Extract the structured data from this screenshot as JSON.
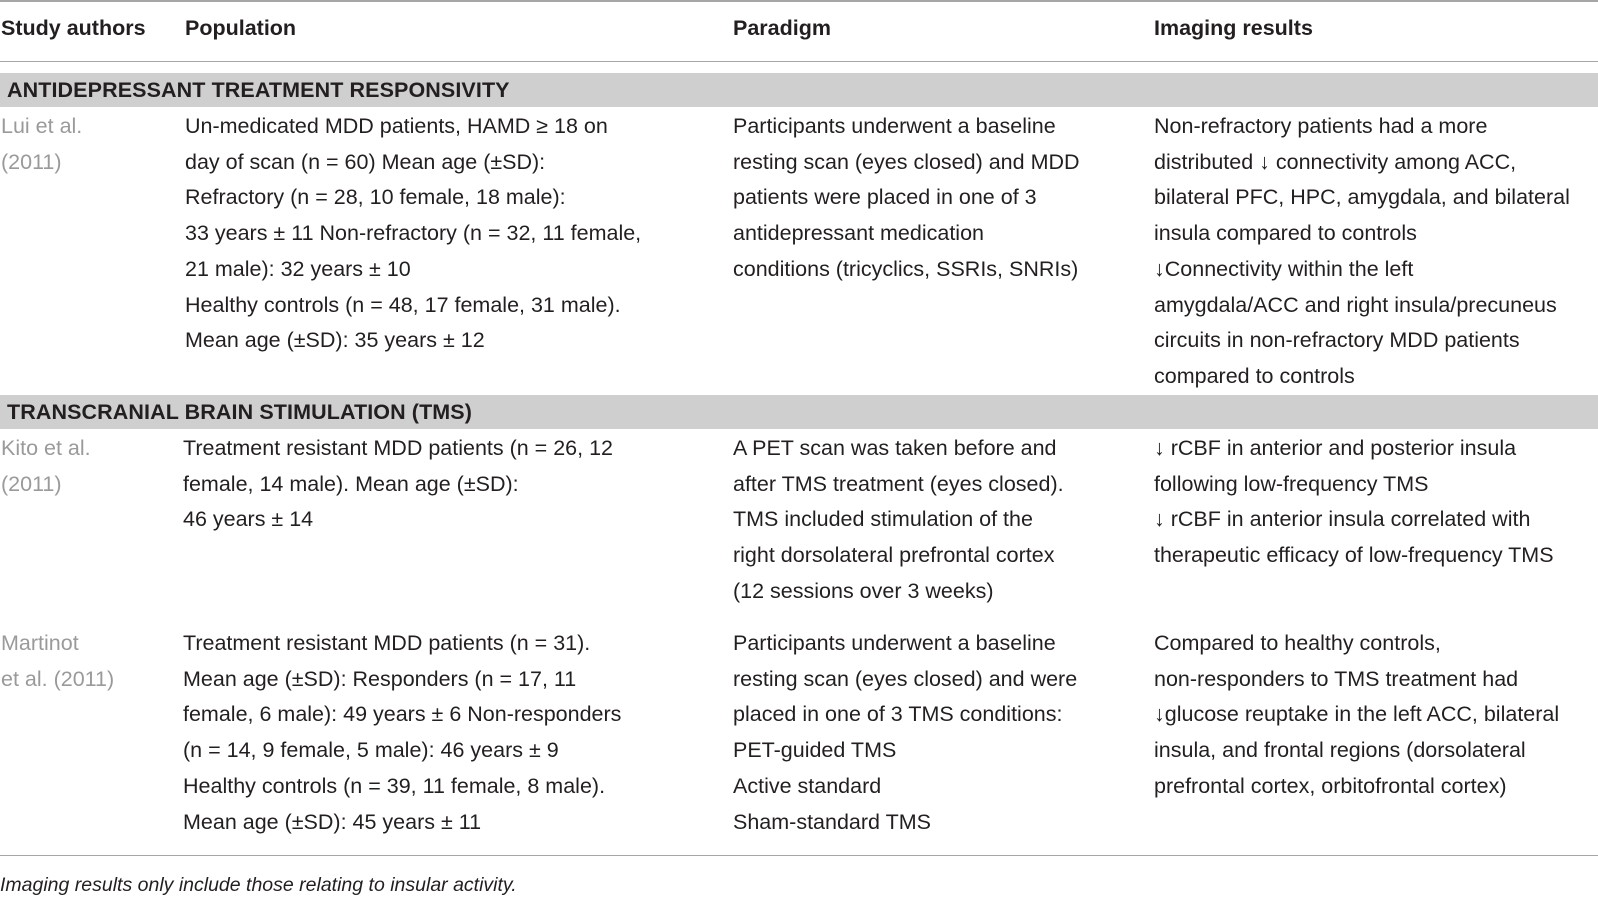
{
  "headers": {
    "study_authors": "Study authors",
    "population": "Population",
    "paradigm": "Paradigm",
    "imaging_results": "Imaging results"
  },
  "sections": [
    {
      "title": "ANTIDEPRESSANT TREATMENT RESPONSIVITY",
      "rows": [
        {
          "authors": [
            "Lui et al.",
            "(2011)"
          ],
          "population": [
            "Un-medicated MDD patients, HAMD ≥ 18 on",
            "day of scan (n = 60) Mean age (±SD):",
            "Refractory (n = 28, 10 female, 18 male):",
            "33 years ± 11 Non-refractory (n = 32, 11 female,",
            "21 male): 32 years ± 10",
            "Healthy controls (n = 48, 17 female, 31 male).",
            "Mean age (±SD): 35 years ± 12"
          ],
          "paradigm": [
            "Participants underwent a baseline",
            "resting scan (eyes closed) and MDD",
            "patients were placed in one of 3",
            "antidepressant medication",
            "conditions (tricyclics, SSRIs, SNRIs)"
          ],
          "results": [
            "Non-refractory patients had a more",
            "distributed ↓ connectivity among ACC,",
            "bilateral PFC, HPC, amygdala, and bilateral",
            "insula compared to controls",
            "↓Connectivity within the left",
            "amygdala/ACC and right insula/precuneus",
            "circuits in non-refractory MDD patients",
            "compared to controls"
          ]
        }
      ]
    },
    {
      "title": "TRANSCRANIAL BRAIN STIMULATION (TMS)",
      "rows": [
        {
          "authors": [
            "Kito et al.",
            "(2011)"
          ],
          "population": [
            "Treatment resistant MDD patients (n = 26, 12",
            "female, 14 male). Mean age (±SD):",
            "46 years ± 14"
          ],
          "paradigm": [
            "A PET scan was taken before and",
            "after TMS treatment (eyes closed).",
            "TMS included stimulation of the",
            "right dorsolateral prefrontal cortex",
            "(12 sessions over 3 weeks)"
          ],
          "results": [
            "↓ rCBF in anterior and posterior insula",
            "following low-frequency TMS",
            "↓ rCBF in anterior insula correlated with",
            "therapeutic efficacy of low-frequency TMS"
          ]
        },
        {
          "authors": [
            "Martinot",
            "et al. (2011)"
          ],
          "population": [
            "Treatment resistant MDD patients (n = 31).",
            "Mean age (±SD): Responders (n = 17, 11",
            "female, 6 male): 49 years ± 6 Non-responders",
            "(n = 14, 9 female, 5 male): 46 years ± 9",
            "Healthy controls (n = 39, 11 female, 8 male).",
            "Mean age (±SD): 45 years ± 11"
          ],
          "paradigm": [
            "Participants underwent a baseline",
            "resting scan (eyes closed) and were",
            "placed in one of 3 TMS conditions:",
            "PET-guided TMS",
            "Active standard",
            "Sham-standard TMS"
          ],
          "results": [
            "Compared to healthy controls,",
            "non-responders to TMS treatment had",
            "↓glucose reuptake in the left ACC, bilateral",
            "insula, and frontal regions (dorsolateral",
            "prefrontal cortex, orbitofrontal cortex)"
          ]
        }
      ]
    }
  ],
  "footnote": "Imaging results only include those relating to insular activity."
}
